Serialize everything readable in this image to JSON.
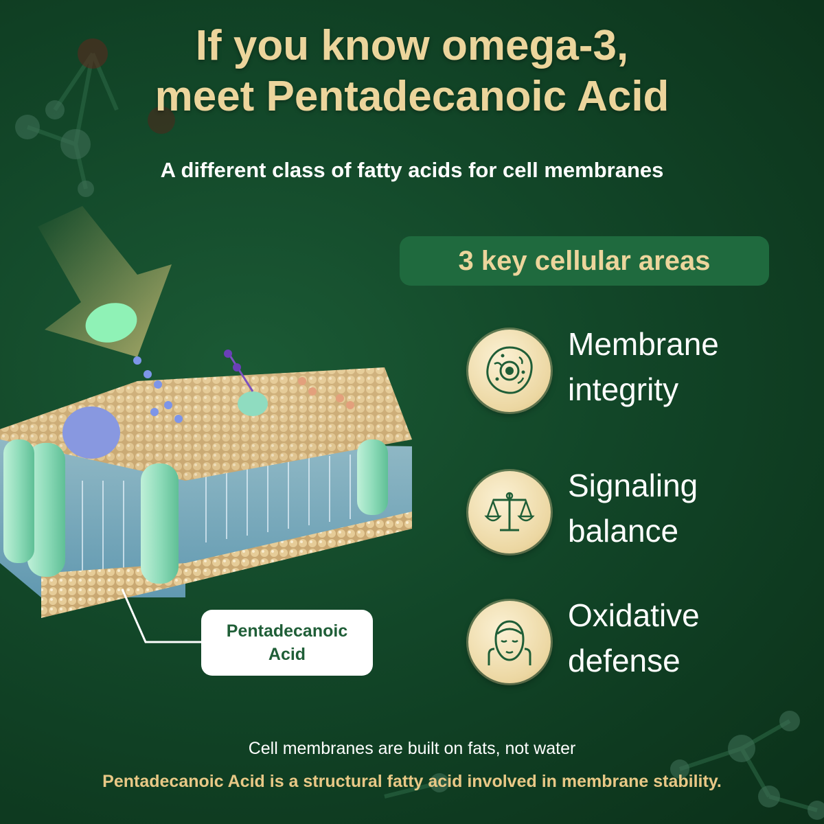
{
  "title": {
    "line1": "If you know omega-3,",
    "line2": "meet Pentadecanoic Acid"
  },
  "subtitle": "A different class of fatty acids for cell membranes",
  "areas_heading": "3 key cellular areas",
  "benefits": [
    {
      "icon": "cell-icon",
      "line1": "Membrane",
      "line2": "integrity"
    },
    {
      "icon": "balance-scale-icon",
      "line1": "Signaling",
      "line2": "balance"
    },
    {
      "icon": "face-icon",
      "line1": "Oxidative",
      "line2": "defense"
    }
  ],
  "callout": {
    "line1": "Pentadecanoic",
    "line2": "Acid"
  },
  "footer": {
    "line1": "Cell membranes are built on fats, not water",
    "line2": "Pentadecanoic Acid is a structural fatty acid involved in membrane stability."
  },
  "colors": {
    "background": "#124628",
    "title_gold": "#ecd59c",
    "footer_gold": "#e8c886",
    "pill_green": "#1f6a3e",
    "badge_cream": "#f3e4bb",
    "callout_text": "#1f5e37"
  }
}
